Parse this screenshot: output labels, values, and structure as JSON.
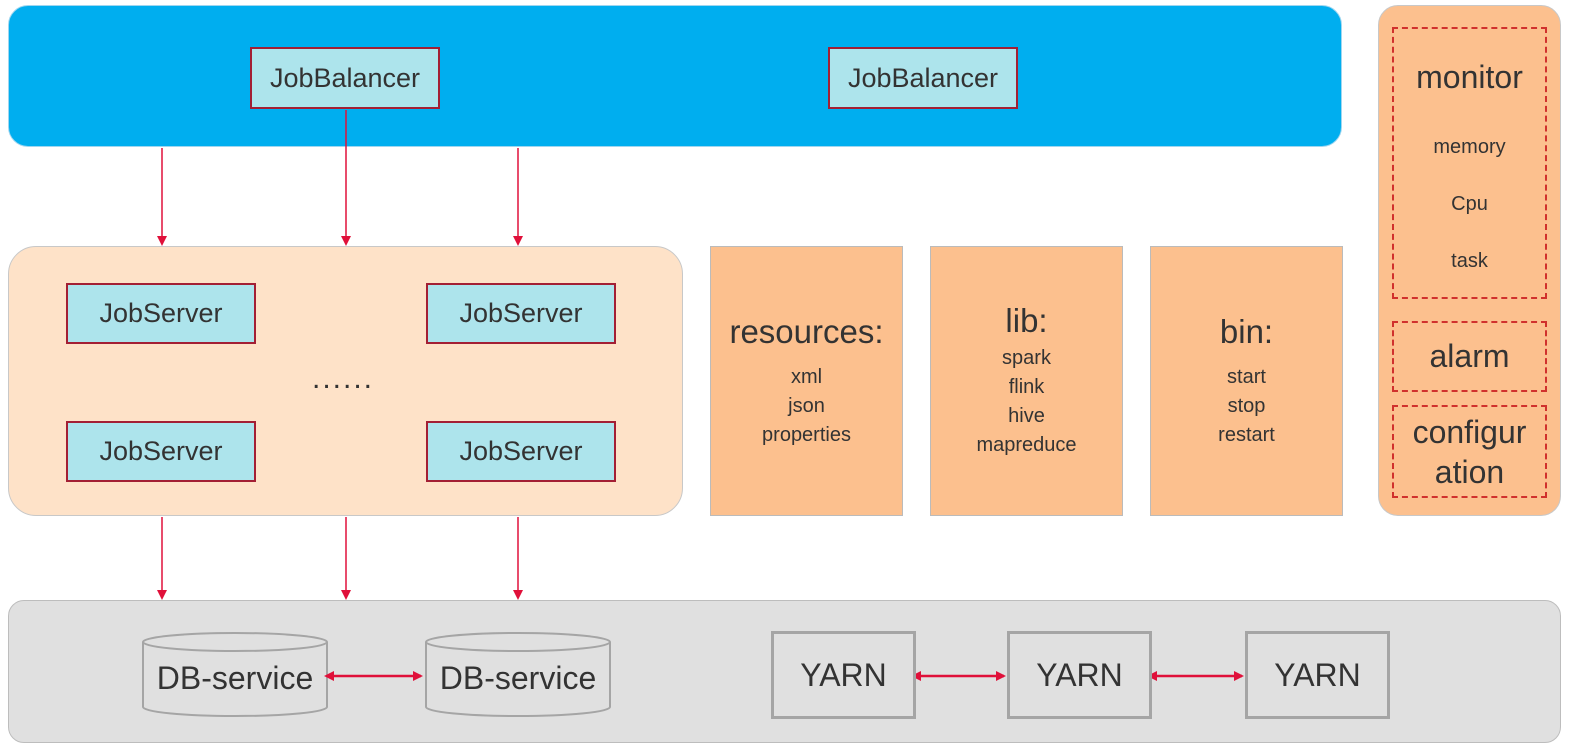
{
  "balancers": [
    {
      "label": "JobBalancer"
    },
    {
      "label": "JobBalancer"
    }
  ],
  "servers": [
    {
      "label": "JobServer"
    },
    {
      "label": "JobServer"
    },
    {
      "label": "JobServer"
    },
    {
      "label": "JobServer"
    }
  ],
  "servers_ellipsis": "......",
  "folders": [
    {
      "title": "resources:",
      "items": [
        "xml",
        "json",
        "properties"
      ]
    },
    {
      "title": "lib:",
      "items": [
        "spark",
        "flink",
        "hive",
        "mapreduce"
      ]
    },
    {
      "title": "bin:",
      "items": [
        "start",
        "stop",
        "restart"
      ]
    }
  ],
  "monitor": {
    "title": "monitor",
    "items": [
      "memory",
      "Cpu",
      "task"
    ],
    "alarm": "alarm",
    "configuration_line1": "configur",
    "configuration_line2": "ation"
  },
  "storage": {
    "db_services": [
      "DB-service",
      "DB-service"
    ],
    "yarn_nodes": [
      "YARN",
      "YARN",
      "YARN"
    ]
  },
  "colors": {
    "arrow": "#e0103a",
    "balancer_band": "#00aeef",
    "server_band": "#fee2c8",
    "folder": "#fcc08e",
    "node_fill": "#ade4ec",
    "node_border": "#a31f34",
    "storage_band": "#e0e0e0"
  }
}
